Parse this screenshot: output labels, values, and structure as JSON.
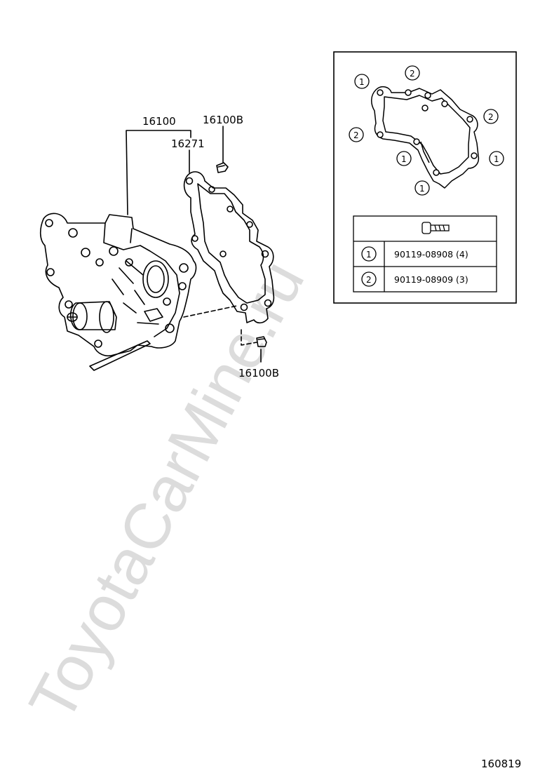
{
  "watermark": "ToyotaCarMine.ru",
  "part_labels": {
    "water_pump": "16100",
    "gasket": "16271",
    "plug_top": "16100B",
    "plug_bottom": "16100B"
  },
  "detail": {
    "callouts": [
      "1",
      "2",
      "2",
      "2",
      "1",
      "1",
      "1"
    ],
    "bolt_table": [
      {
        "ref": "1",
        "part": "90119-08908 (4)"
      },
      {
        "ref": "2",
        "part": "90119-08909 (3)"
      }
    ],
    "bolt_icon": "bolt-icon"
  },
  "diagram_id": "160819"
}
